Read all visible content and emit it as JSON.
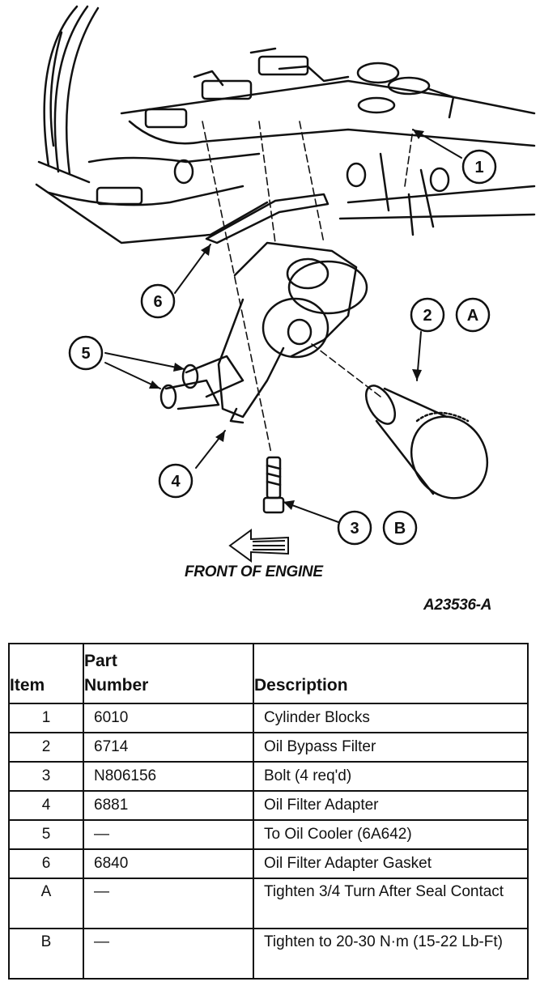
{
  "diagram": {
    "callouts": [
      "1",
      "2",
      "3",
      "4",
      "5",
      "6",
      "A",
      "B"
    ],
    "front_label": "FRONT OF ENGINE",
    "figure_id": "A23536-A"
  },
  "table": {
    "headers": {
      "item": "Item",
      "part_line1": "Part",
      "part_line2": "Number",
      "description": "Description"
    },
    "rows": [
      {
        "item": "1",
        "part": "6010",
        "description": "Cylinder Blocks"
      },
      {
        "item": "2",
        "part": "6714",
        "description": "Oil Bypass Filter"
      },
      {
        "item": "3",
        "part": "N806156",
        "description": "Bolt (4 req'd)"
      },
      {
        "item": "4",
        "part": "6881",
        "description": "Oil Filter Adapter"
      },
      {
        "item": "5",
        "part": "—",
        "description": "To Oil Cooler (6A642)"
      },
      {
        "item": "6",
        "part": "6840",
        "description": "Oil Filter Adapter Gasket"
      },
      {
        "item": "A",
        "part": "—",
        "description": "Tighten 3/4 Turn After Seal Contact"
      },
      {
        "item": "B",
        "part": "—",
        "description": "Tighten to 20-30 N·m (15-22 Lb-Ft)"
      }
    ]
  }
}
